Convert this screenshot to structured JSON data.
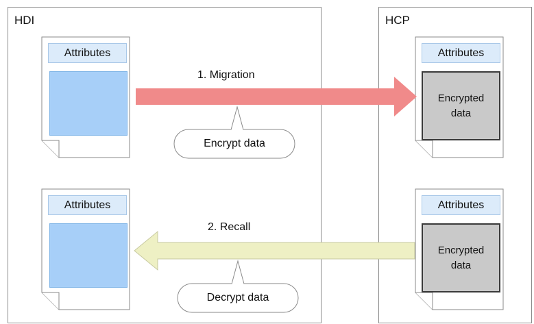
{
  "panels": {
    "hdi": {
      "title": "HDI"
    },
    "hcp": {
      "title": "HCP"
    }
  },
  "documents": {
    "hdi_top": {
      "attributes": "Attributes"
    },
    "hdi_bottom": {
      "attributes": "Attributes"
    },
    "hcp_top": {
      "attributes": "Attributes",
      "data_line1": "Encrypted",
      "data_line2": "data"
    },
    "hcp_bottom": {
      "attributes": "Attributes",
      "data_line1": "Encrypted",
      "data_line2": "data"
    }
  },
  "flows": {
    "migration": {
      "label": "1. Migration",
      "callout": "Encrypt data",
      "color": "#f08a8a"
    },
    "recall": {
      "label": "2. Recall",
      "callout": "Decrypt data",
      "color": "#eef0c4"
    }
  }
}
